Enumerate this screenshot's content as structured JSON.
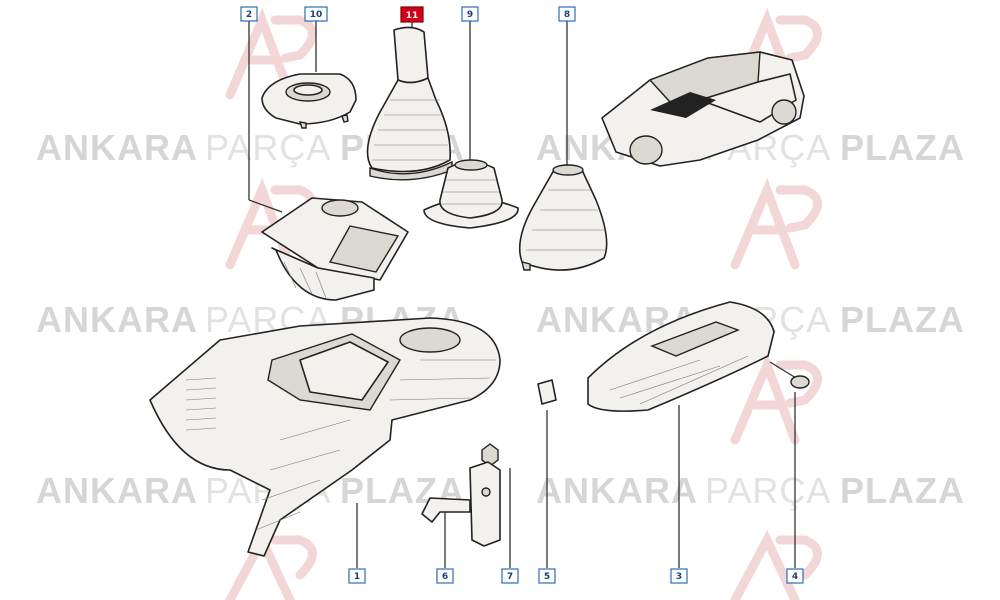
{
  "watermark": {
    "word1": "ANKARA",
    "word2": "PARÇA",
    "word3": "PLAZA",
    "colors": {
      "bold": "#d6d6d6",
      "light": "#e2e2e2",
      "logo": "#f3d6d6"
    }
  },
  "callouts": [
    {
      "id": "c1",
      "label": "1"
    },
    {
      "id": "c2",
      "label": "2"
    },
    {
      "id": "c3",
      "label": "3"
    },
    {
      "id": "c4",
      "label": "4"
    },
    {
      "id": "c5",
      "label": "5"
    },
    {
      "id": "c6",
      "label": "6"
    },
    {
      "id": "c7",
      "label": "7"
    },
    {
      "id": "c8",
      "label": "8"
    },
    {
      "id": "c9",
      "label": "9"
    },
    {
      "id": "c10",
      "label": "10"
    },
    {
      "id": "c11",
      "label": "11",
      "selected": true
    }
  ],
  "colors": {
    "selected_callout": "#d0021b",
    "callout_border": "#2a6db5",
    "callout_text": "#1f3f7a"
  }
}
